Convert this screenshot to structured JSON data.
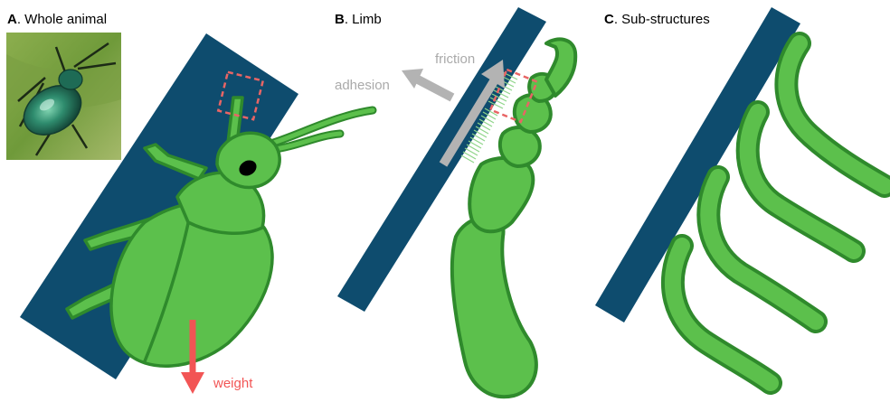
{
  "panels": {
    "a": {
      "letter": "A",
      "title": ". Whole animal"
    },
    "b": {
      "letter": "B",
      "title": ". Limb"
    },
    "c": {
      "letter": "C",
      "title": ". Sub-structures"
    }
  },
  "labels": {
    "weight": "weight",
    "friction": "friction",
    "adhesion": "adhesion"
  },
  "colors": {
    "surface": "#0e4c6e",
    "body_fill": "#5cc04c",
    "body_stroke": "#2f8a2c",
    "weight_arrow": "#f25555",
    "force_arrow": "#b3b3b3",
    "highlight_box": "#e86565"
  }
}
